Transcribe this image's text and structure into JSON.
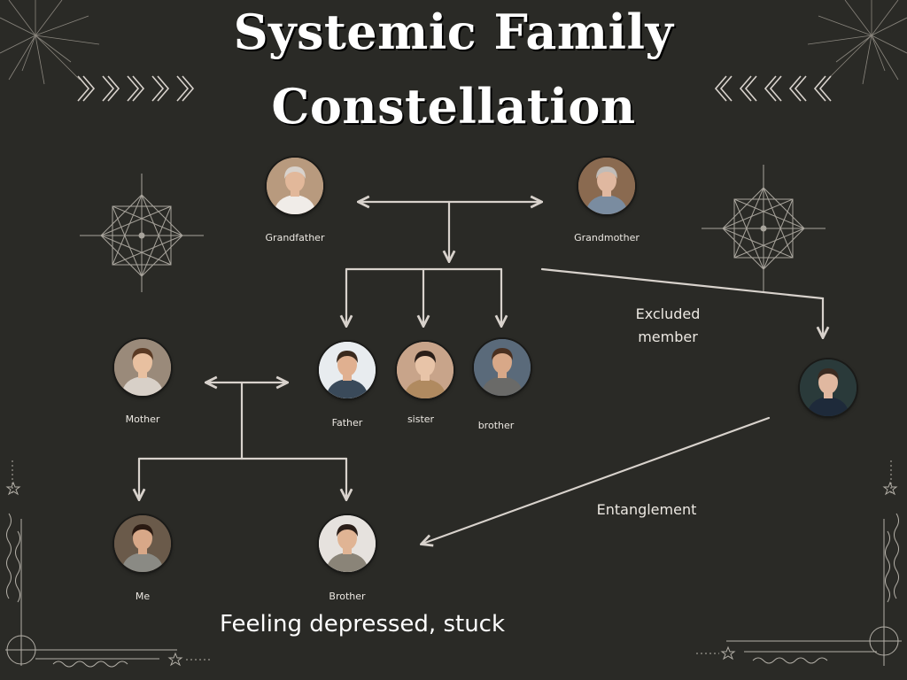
{
  "title": {
    "line1": "Systemic Family",
    "line2": "Constellation"
  },
  "members": {
    "grandfather": {
      "label": "Grandfather",
      "bg": "#b89a7e",
      "skin": "#e2b89a",
      "hair": "#d8d2cc",
      "shirt": "#f0ece8"
    },
    "grandmother": {
      "label": "Grandmother",
      "bg": "#8a6a50",
      "skin": "#e0b8a0",
      "hair": "#c0bcb8",
      "shirt": "#7a8ca0"
    },
    "mother": {
      "label": "Mother",
      "bg": "#9a8a7a",
      "skin": "#e8c0a0",
      "hair": "#5a3a24",
      "shirt": "#d8d0c8"
    },
    "father": {
      "label": "Father",
      "bg": "#e8ecef",
      "skin": "#e0b090",
      "hair": "#3a2a1e",
      "shirt": "#3a4a5a"
    },
    "sister": {
      "label": "sister",
      "bg": "#c8a48a",
      "skin": "#e8c4a8",
      "hair": "#2a1e18",
      "shirt": "#b08a60"
    },
    "brother": {
      "label": "brother",
      "bg": "#5a6a7a",
      "skin": "#d8a888",
      "hair": "#4a3020",
      "shirt": "#6a6a68"
    },
    "excluded": {
      "label": "",
      "bg": "#2a3a3a",
      "skin": "#e0b8a0",
      "hair": "#3a2a20",
      "shirt": "#1e2a3a"
    },
    "me": {
      "label": "Me",
      "bg": "#6a5a4a",
      "skin": "#d8a888",
      "hair": "#2a1a12",
      "shirt": "#8a8a84"
    },
    "brother_child": {
      "label": "Brother",
      "bg": "#e6e2de",
      "skin": "#e0b494",
      "hair": "#2a1e18",
      "shirt": "#8a8478"
    }
  },
  "notes": {
    "excluded_line1": "Excluded",
    "excluded_line2": "member",
    "entanglement": "Entanglement"
  },
  "footer": "Feeling depressed, stuck",
  "colors": {
    "background": "#2a2a26",
    "line": "#d8d2cc",
    "ornament": "#9a968e"
  }
}
